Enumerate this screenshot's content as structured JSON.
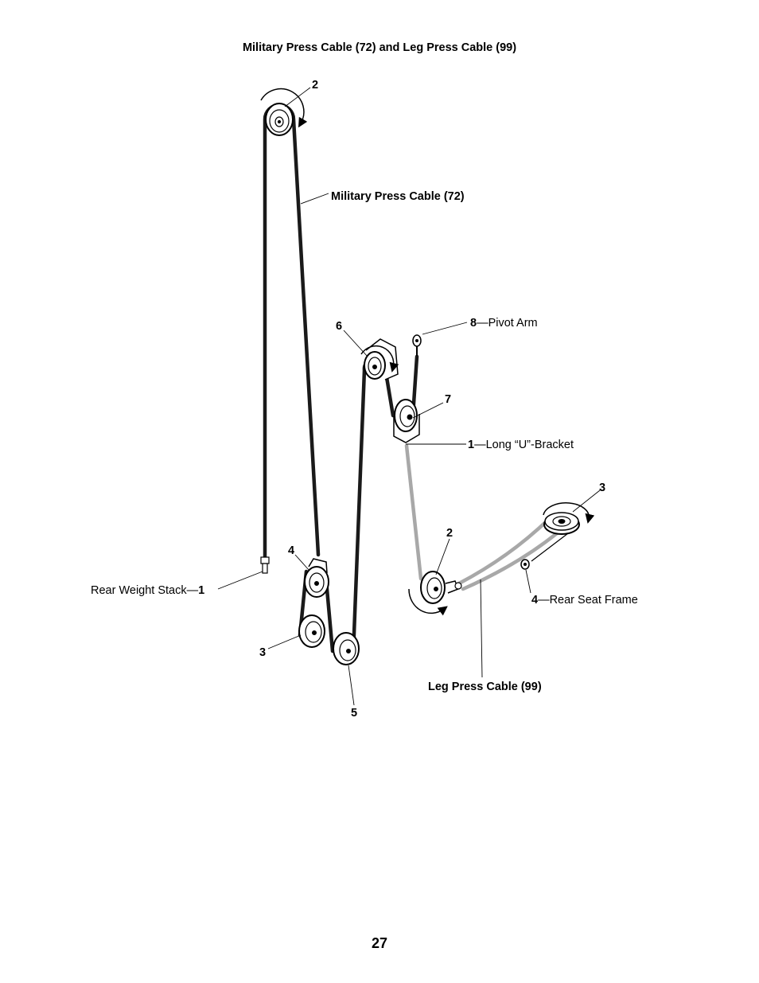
{
  "title": "Military Press Cable (72) and Leg Press Cable (99)",
  "page_number": "27",
  "labels": {
    "military_cable": "Military Press Cable (72)",
    "leg_cable": "Leg Press Cable (99)",
    "pulley_2_top": "2",
    "pulley_6": "6",
    "pulley_8_num": "8",
    "pulley_8_text": "—Pivot Arm",
    "pulley_7": "7",
    "bracket_num": "1",
    "bracket_text": "—Long “U”-Bracket",
    "pulley_3_right": "3",
    "pulley_2_lower": "2",
    "pulley_4_upper": "4",
    "rear_weight_text": "Rear Weight Stack—",
    "rear_weight_num": "1",
    "pulley_3_left": "3",
    "pulley_5": "5",
    "rear_seat_num": "4",
    "rear_seat_text": "—Rear Seat Frame"
  },
  "colors": {
    "military_cable": "#1a1a1a",
    "leg_cable": "#a8a8a8"
  }
}
